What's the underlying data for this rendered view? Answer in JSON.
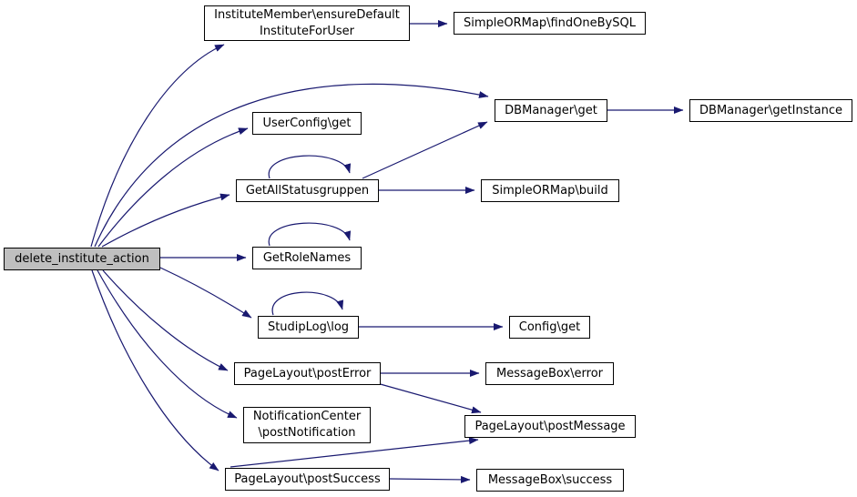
{
  "diagram": {
    "type": "call-graph",
    "root_function": "delete_institute_action",
    "colors": {
      "background": "#ffffff",
      "edge": "#191970",
      "node_border": "#000000",
      "node_fill": "#ffffff",
      "root_node_fill": "#bfbfbf",
      "text": "#000000"
    },
    "nodes": {
      "delete_institute_action": {
        "label": "delete_institute_action"
      },
      "institute_member_ensure_default_institute_for_user": {
        "label": "InstituteMember\\ensureDefault\nInstituteForUser"
      },
      "simple_ormap_find_one_by_sql": {
        "label": "SimpleORMap\\findOneBySQL"
      },
      "user_config_get": {
        "label": "UserConfig\\get"
      },
      "db_manager_get": {
        "label": "DBManager\\get"
      },
      "db_manager_get_instance": {
        "label": "DBManager\\getInstance"
      },
      "get_all_statusgruppen": {
        "label": "GetAllStatusgruppen"
      },
      "simple_ormap_build": {
        "label": "SimpleORMap\\build"
      },
      "get_role_names": {
        "label": "GetRoleNames"
      },
      "studip_log_log": {
        "label": "StudipLog\\log"
      },
      "config_get": {
        "label": "Config\\get"
      },
      "page_layout_post_error": {
        "label": "PageLayout\\postError"
      },
      "message_box_error": {
        "label": "MessageBox\\error"
      },
      "notification_center_post_notification": {
        "label": "NotificationCenter\n\\postNotification"
      },
      "page_layout_post_message": {
        "label": "PageLayout\\postMessage"
      },
      "page_layout_post_success": {
        "label": "PageLayout\\postSuccess"
      },
      "message_box_success": {
        "label": "MessageBox\\success"
      }
    },
    "edges": [
      {
        "from": "delete_institute_action",
        "to": "institute_member_ensure_default_institute_for_user"
      },
      {
        "from": "delete_institute_action",
        "to": "db_manager_get"
      },
      {
        "from": "delete_institute_action",
        "to": "user_config_get"
      },
      {
        "from": "delete_institute_action",
        "to": "get_all_statusgruppen"
      },
      {
        "from": "delete_institute_action",
        "to": "get_role_names"
      },
      {
        "from": "delete_institute_action",
        "to": "studip_log_log"
      },
      {
        "from": "delete_institute_action",
        "to": "page_layout_post_error"
      },
      {
        "from": "delete_institute_action",
        "to": "notification_center_post_notification"
      },
      {
        "from": "delete_institute_action",
        "to": "page_layout_post_success"
      },
      {
        "from": "institute_member_ensure_default_institute_for_user",
        "to": "simple_ormap_find_one_by_sql"
      },
      {
        "from": "db_manager_get",
        "to": "db_manager_get_instance"
      },
      {
        "from": "get_all_statusgruppen",
        "to": "get_all_statusgruppen",
        "self_loop": true
      },
      {
        "from": "get_all_statusgruppen",
        "to": "db_manager_get"
      },
      {
        "from": "get_all_statusgruppen",
        "to": "simple_ormap_build"
      },
      {
        "from": "get_role_names",
        "to": "get_role_names",
        "self_loop": true
      },
      {
        "from": "studip_log_log",
        "to": "studip_log_log",
        "self_loop": true
      },
      {
        "from": "studip_log_log",
        "to": "config_get"
      },
      {
        "from": "page_layout_post_error",
        "to": "message_box_error"
      },
      {
        "from": "page_layout_post_error",
        "to": "page_layout_post_message"
      },
      {
        "from": "page_layout_post_success",
        "to": "page_layout_post_message"
      },
      {
        "from": "page_layout_post_success",
        "to": "message_box_success"
      }
    ]
  }
}
